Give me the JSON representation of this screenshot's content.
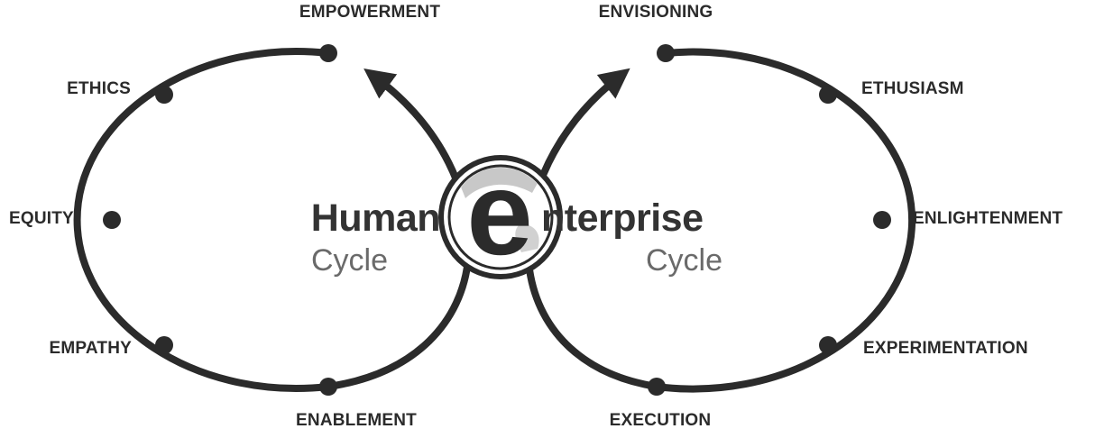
{
  "diagram": {
    "colors": {
      "stroke": "#2b2b2b",
      "text": "#2b2b2b",
      "subtext": "#6a6a6a",
      "accent_gray": "#9a9a9a",
      "background": "#ffffff"
    },
    "logo": {
      "letter": "e"
    },
    "left_cycle": {
      "word": "Human",
      "label": "Cycle",
      "nodes": [
        "EMPOWERMENT",
        "ETHICS",
        "EQUITY",
        "EMPATHY",
        "ENABLEMENT"
      ]
    },
    "right_cycle": {
      "word": "nterprise",
      "label": "Cycle",
      "nodes": [
        "ENVISIONING",
        "ETHUSIASM",
        "ENLIGHTENMENT",
        "EXPERIMENTATION",
        "EXECUTION"
      ]
    }
  }
}
